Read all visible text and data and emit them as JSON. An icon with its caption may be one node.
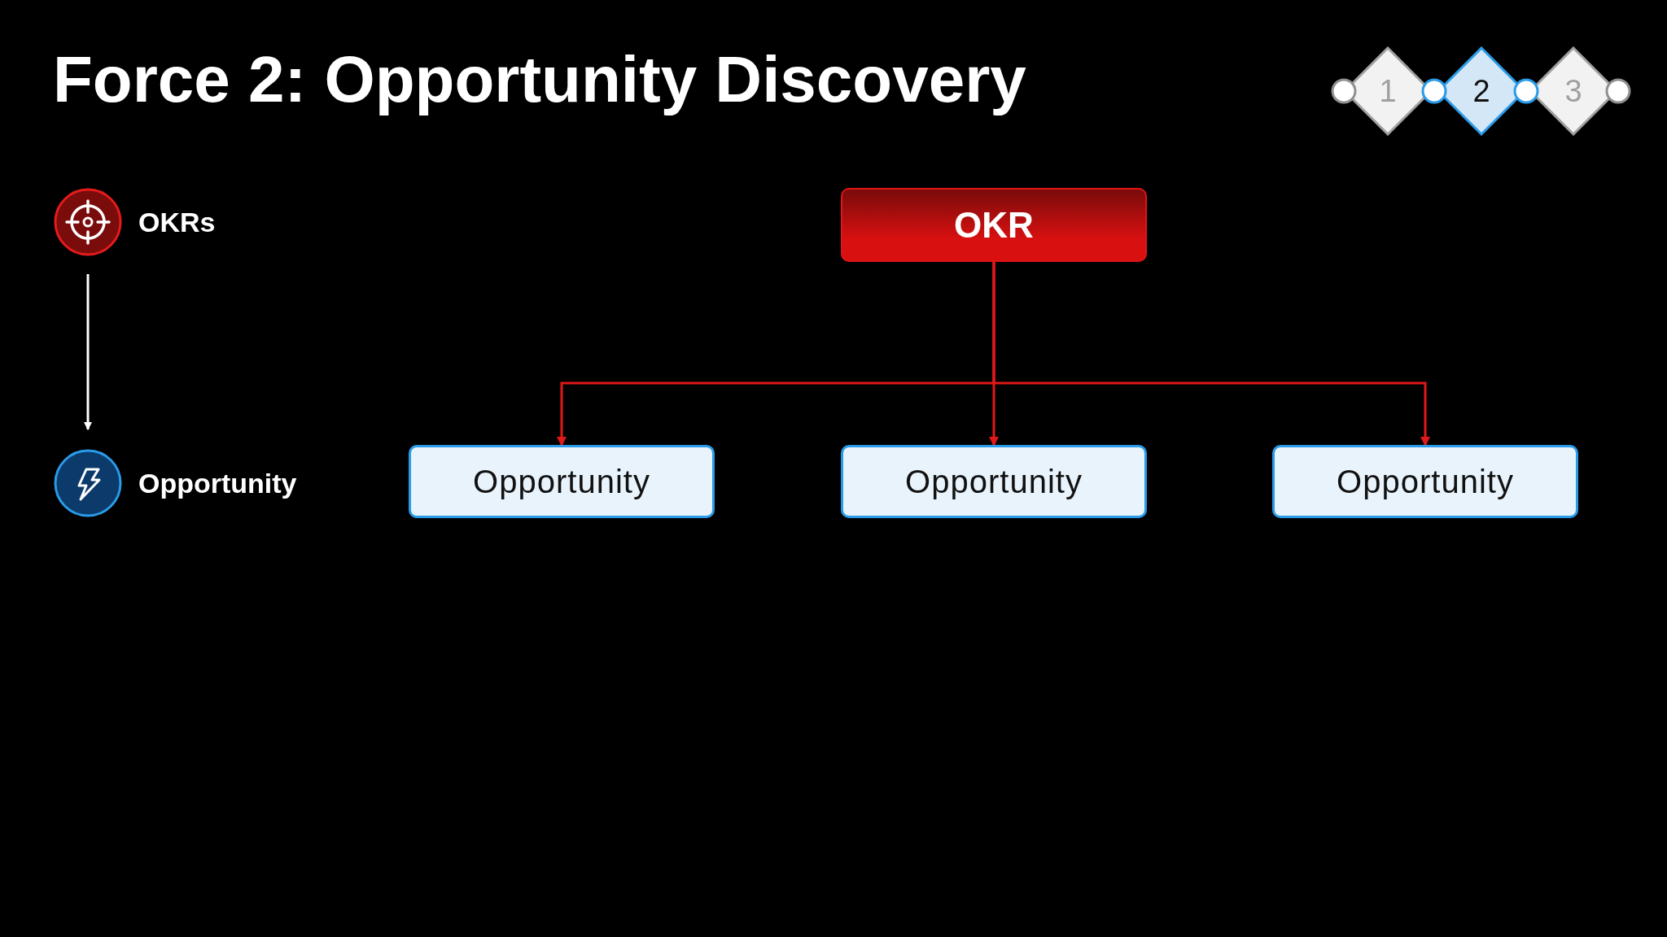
{
  "diagram": {
    "title": "Force 2: Opportunity Discovery",
    "nodes": [
      {
        "text": [
          "OKRs"
        ]
      },
      {
        "text": [
          "Opportunity"
        ]
      },
      {
        "text": [
          "OKR"
        ]
      },
      {
        "text": [
          "Opportunity"
        ]
      },
      {
        "text": [
          "Opportunity"
        ]
      },
      {
        "text": [
          "Opportunity"
        ]
      },
      {
        "text": [
          "1"
        ]
      },
      {
        "text": [
          "2"
        ]
      },
      {
        "text": [
          "3"
        ]
      }
    ],
    "edges": [
      {
        "from": 0,
        "to": 1,
        "arrow": "to",
        "color": "#ffffff"
      },
      {
        "from": 2,
        "to": 3,
        "arrow": "to"
      },
      {
        "from": 2,
        "to": 4,
        "arrow": "to"
      },
      {
        "from": 2,
        "to": 5,
        "arrow": "to"
      }
    ]
  }
}
